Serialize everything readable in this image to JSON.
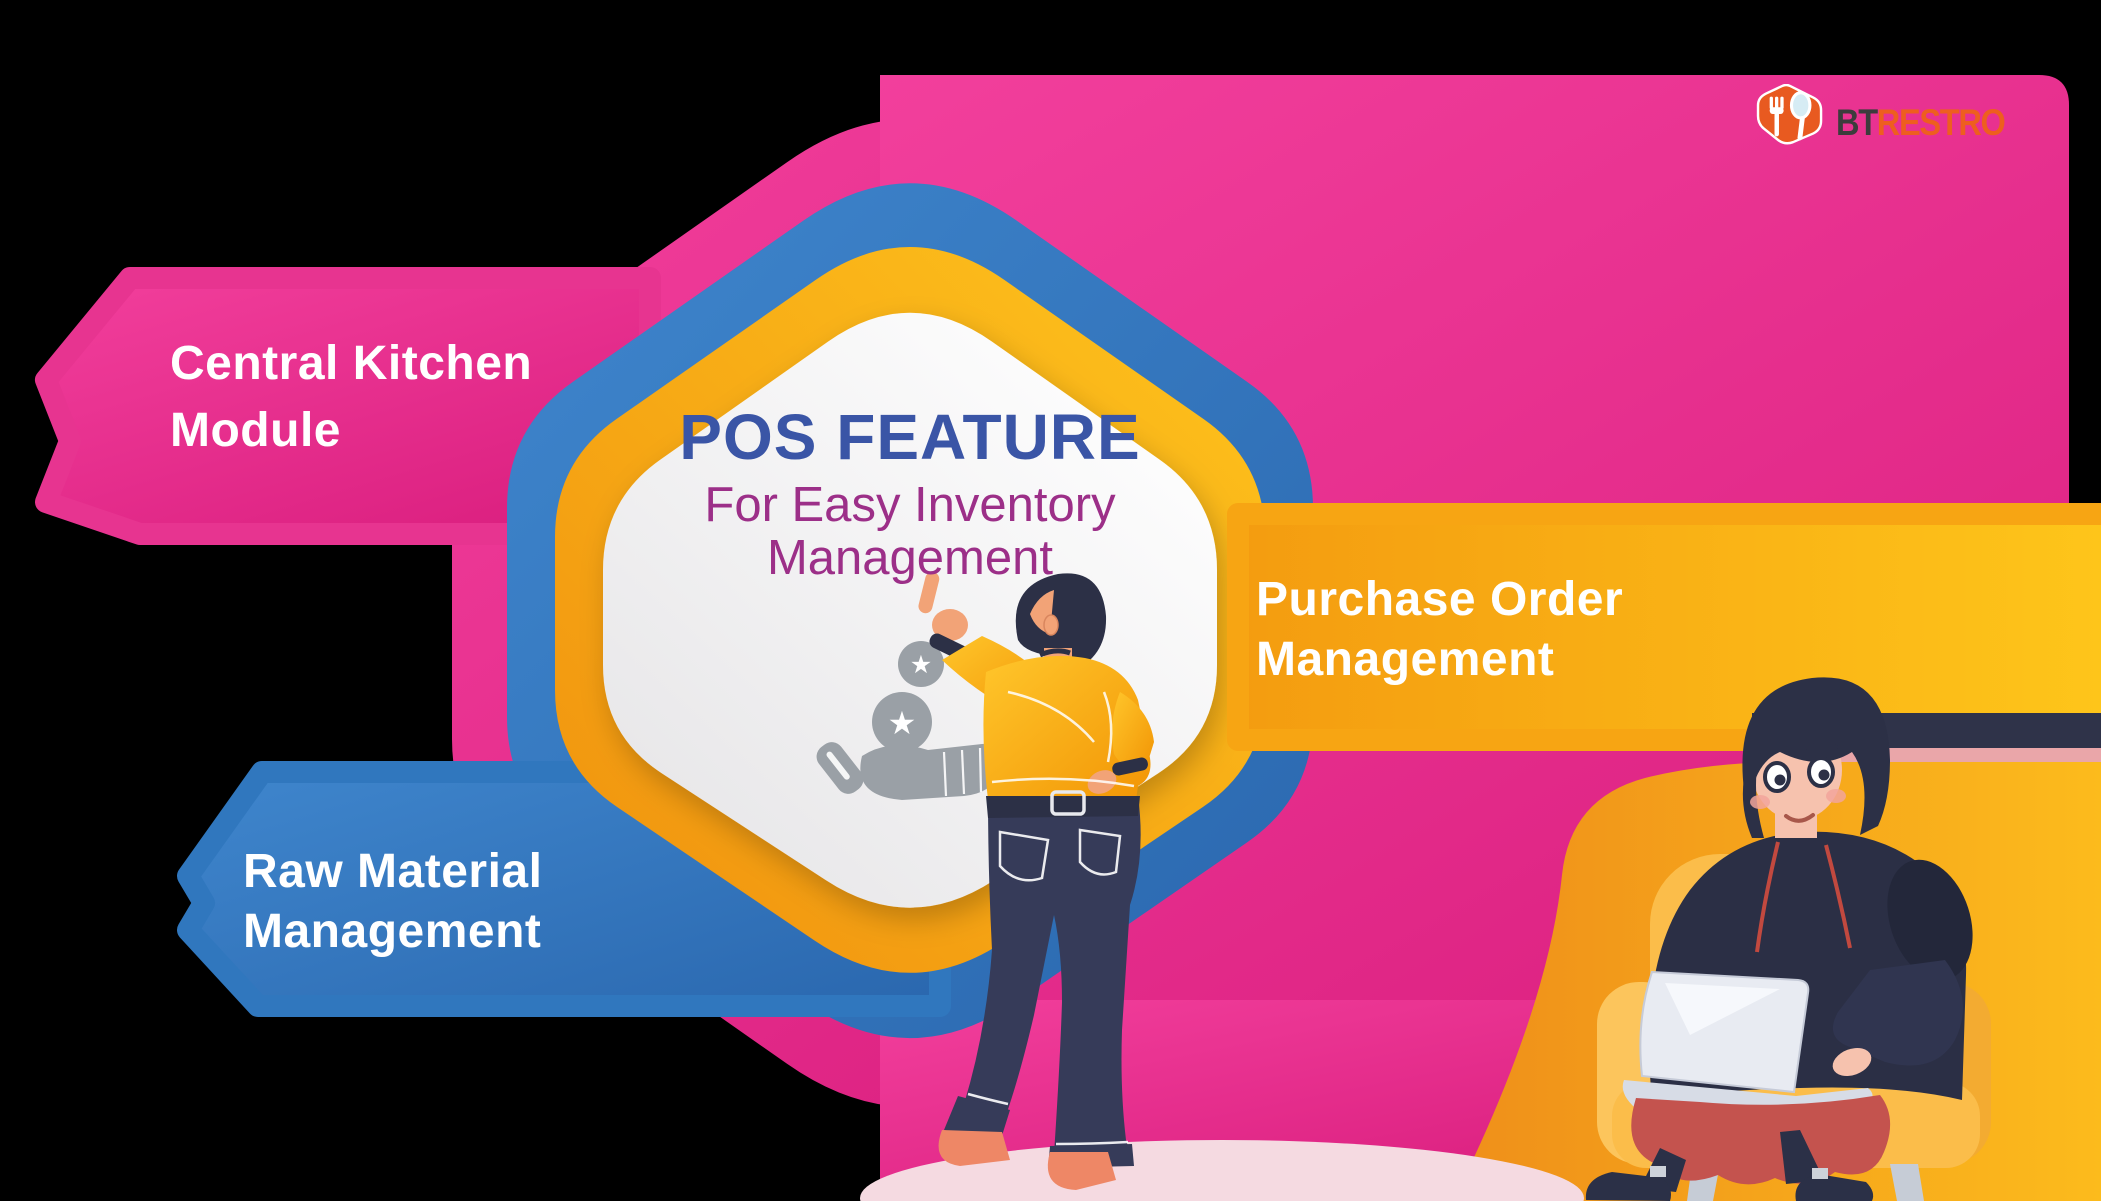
{
  "logo": {
    "text_bt": "BT",
    "text_restro": "RESTRO",
    "icon": "fork-and-spoon-hexagon"
  },
  "center": {
    "title": "POS FEATURE",
    "subtitle_line1": "For Easy Inventory",
    "subtitle_line2": "Management",
    "icon": "hand-holding-stars"
  },
  "features": [
    {
      "id": "central-kitchen-module",
      "line1": "Central Kitchen",
      "line2": "Module",
      "color": "#e42e8d",
      "position": "top-left"
    },
    {
      "id": "raw-material-management",
      "line1": "Raw Material",
      "line2": "Management",
      "color": "#2f77bd",
      "position": "bottom-left"
    },
    {
      "id": "purchase-order-management",
      "line1": "Purchase Order",
      "line2": "Management",
      "color": "#f8a913",
      "position": "right"
    }
  ],
  "illustrations": [
    "standing-man-pointing-at-panel",
    "person-sitting-on-armchair-with-laptop"
  ],
  "colors": {
    "pink": "#e42e8d",
    "blue": "#2f77bd",
    "orange": "#f39a10",
    "orange_yellow": "#fdc31a",
    "panel_white": "#f4f3f4",
    "title_blue": "#3a55a6",
    "subtitle_purple": "#9c2f88",
    "dark_navy": "#2c3149",
    "salmon_strip": "#eaa6a9",
    "logo_orange": "#e85a20",
    "logo_dark": "#3c3c3c",
    "skin": "#f2a377",
    "skin_light": "#f6c2ae",
    "cushion_red": "#c4534e",
    "chair_yellow": "#fbbd4a",
    "floor_pink": "#f5dae1",
    "icon_gray": "#9aa0a6"
  }
}
